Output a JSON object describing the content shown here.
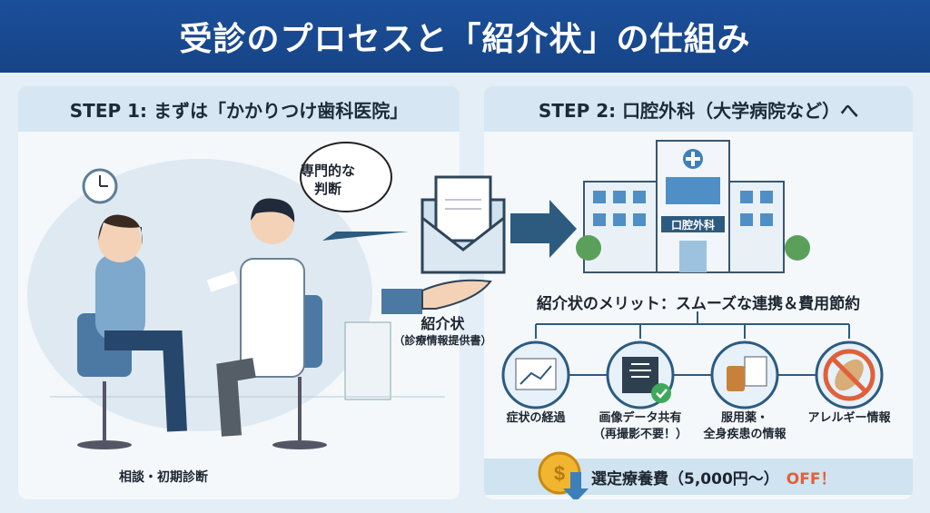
{
  "header": {
    "title": "受診のプロセスと「紹介状」の仕組み"
  },
  "step1": {
    "title": "STEP 1: まずは「かかりつけ歯科医院」",
    "speech": [
      "専門的な",
      "判断"
    ],
    "caption": "相談・初期診断"
  },
  "letter": {
    "label": "紹介状",
    "sublabel": "（診療情報提供書）"
  },
  "step2": {
    "title": "STEP 2: 口腔外科（大学病院など）へ",
    "hospital_sign": "口腔外科",
    "benefits_title": "紹介状のメリット：スムーズな連携＆費用節約",
    "benefits": [
      {
        "icon": "chart-icon",
        "lines": [
          "症状の経過"
        ]
      },
      {
        "icon": "xray-icon",
        "lines": [
          "画像データ共有",
          "（再撮影不要！）"
        ]
      },
      {
        "icon": "medicine-icon",
        "lines": [
          "服用薬・",
          "全身疾患の情報"
        ]
      },
      {
        "icon": "no-allergy-icon",
        "lines": [
          "アレルギー情報"
        ]
      }
    ],
    "cost": {
      "text": "選定療養費（5,000円〜）",
      "off": "OFF！"
    }
  },
  "colors": {
    "header": "#1b4f9a",
    "accent": "#2d5b80",
    "off": "#e0603a",
    "check": "#3fa85a"
  }
}
